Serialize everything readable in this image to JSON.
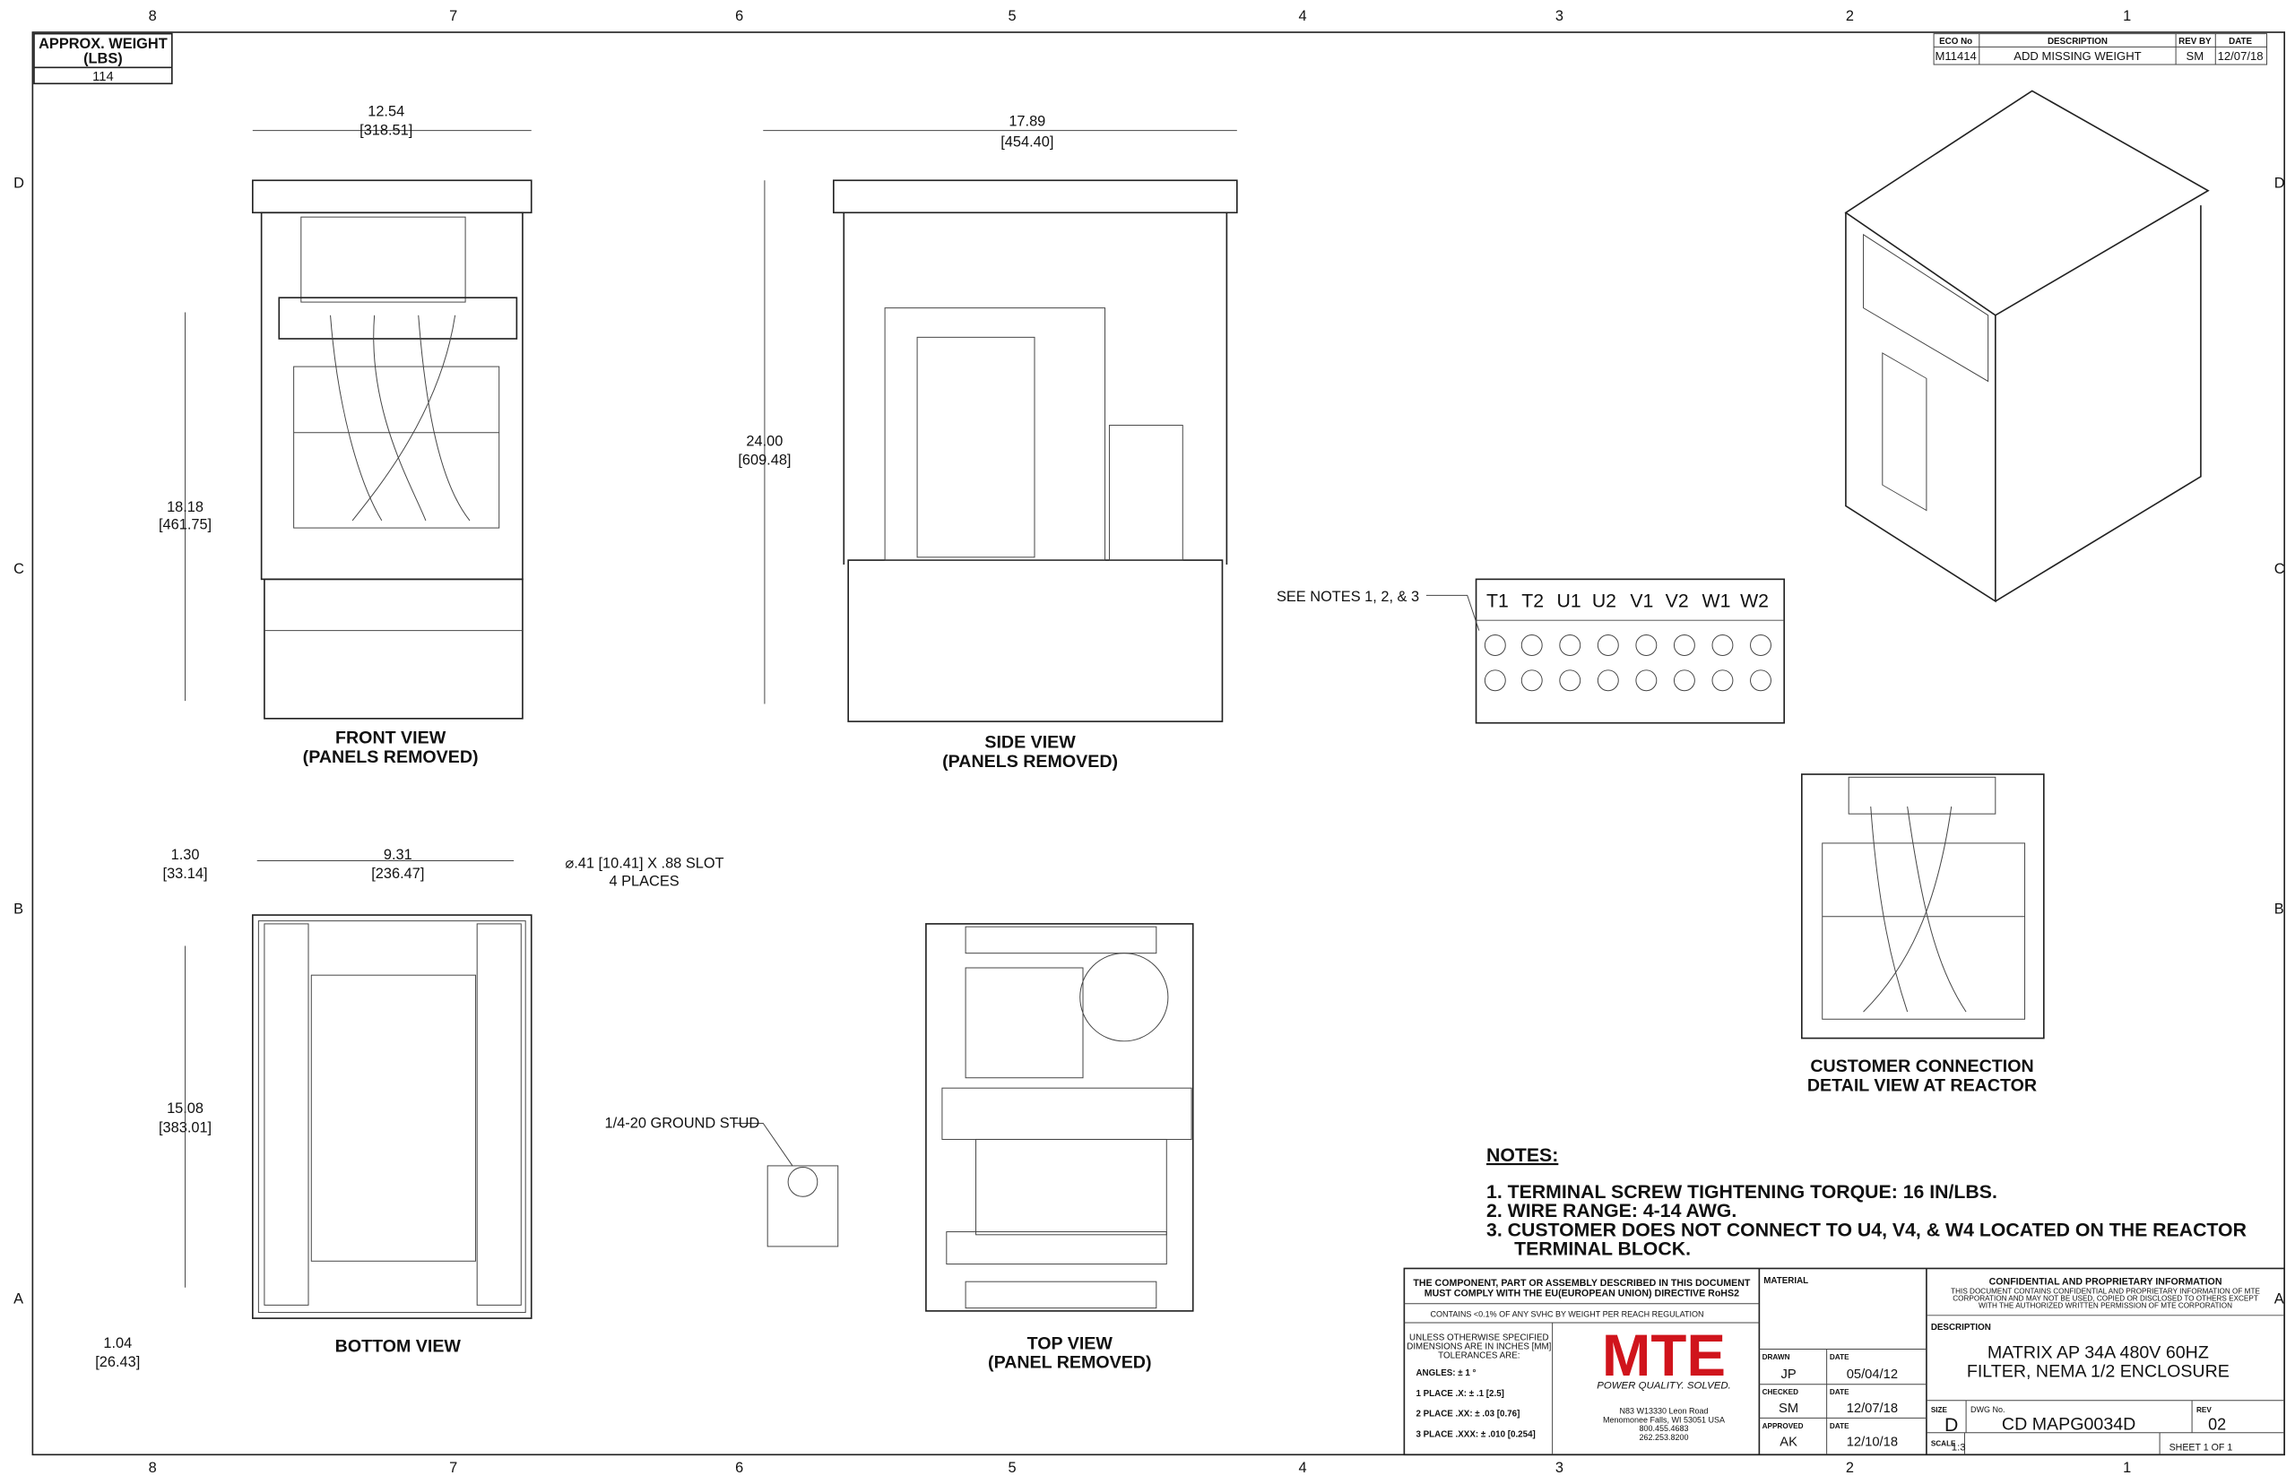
{
  "zones": {
    "columns": [
      "8",
      "7",
      "6",
      "5",
      "4",
      "3",
      "2",
      "1"
    ],
    "rows": [
      "D",
      "C",
      "B",
      "A"
    ]
  },
  "weight": {
    "label": "APPROX. WEIGHT (LBS)",
    "label1": "APPROX. WEIGHT",
    "label2": "(LBS)",
    "value": "114"
  },
  "revision": {
    "headers": [
      "ECO No",
      "DESCRIPTION",
      "REV BY",
      "DATE"
    ],
    "row": [
      "M11414",
      "ADD MISSING WEIGHT",
      "SM",
      "12/07/18"
    ]
  },
  "views": {
    "front": {
      "title1": "FRONT VIEW",
      "title2": "(PANELS REMOVED)",
      "width": "12.54",
      "width_mm": "[318.51]",
      "height": "18.18",
      "height_mm": "[461.75]"
    },
    "side": {
      "title1": "SIDE VIEW",
      "title2": "(PANELS REMOVED)",
      "width": "17.89",
      "width_mm": "[454.40]",
      "height": "24.00",
      "height_mm": "[609.48]"
    },
    "bottom": {
      "title": "BOTTOM VIEW",
      "d1": "1.30",
      "d1_mm": "[33.14]",
      "d2": "9.31",
      "d2_mm": "[236.47]",
      "d3": "15.08",
      "d3_mm": "[383.01]",
      "d4": "1.04",
      "d4_mm": "[26.43]",
      "slot1": "⌀.41 [10.41] X .88 SLOT",
      "slot2": "4 PLACES"
    },
    "top": {
      "title1": "TOP VIEW",
      "title2": "(PANEL REMOVED)",
      "ground": "1/4-20 GROUND STUD"
    },
    "detail": {
      "title1": "CUSTOMER CONNECTION",
      "title2": "DETAIL VIEW AT REACTOR",
      "callout": "SEE NOTES 1, 2, & 3",
      "terminals": [
        "T1",
        "T2",
        "U1",
        "U2",
        "V1",
        "V2",
        "W1",
        "W2"
      ]
    }
  },
  "notes": {
    "title": "NOTES:",
    "items": [
      "1.  TERMINAL SCREW TIGHTENING TORQUE: 16 IN/LBS.",
      "2.  WIRE RANGE: 4-14 AWG.",
      "3.  CUSTOMER DOES NOT CONNECT TO U4, V4, & W4 LOCATED ON THE REACTOR",
      "     TERMINAL BLOCK."
    ]
  },
  "title_block": {
    "rohs1": "THE COMPONENT, PART OR ASSEMBLY DESCRIBED IN THIS DOCUMENT",
    "rohs2": "MUST COMPLY WITH THE EU(EUROPEAN UNION) DIRECTIVE RoHS2",
    "reach": "CONTAINS <0.1% OF ANY SVHC BY WEIGHT PER REACH REGULATION",
    "tol1": "UNLESS OTHERWISE SPECIFIED",
    "tol2": "DIMENSIONS ARE IN INCHES [MM]",
    "tol3": "TOLERANCES ARE:",
    "angles": "ANGLES: ± 1 °",
    "place1": "1 PLACE .X: ± .1 [2.5]",
    "place2": "2 PLACE .XX: ± .03 [0.76]",
    "place3": "3 PLACE .XXX: ± .010 [0.254]",
    "logo": "MTE",
    "tagline": "POWER QUALITY. SOLVED.",
    "addr1": "N83 W13330 Leon Road",
    "addr2": "Menomonee Falls, WI 53051 USA",
    "addr3": "800.455.4683",
    "addr4": "262.253.8200",
    "material_label": "MATERIAL",
    "drawn_label": "DRAWN",
    "drawn": "JP",
    "drawn_date": "05/04/12",
    "checked_label": "CHECKED",
    "checked": "SM",
    "checked_date": "12/07/18",
    "approved_label": "APPROVED",
    "approved": "AK",
    "approved_date": "12/10/18",
    "date_label": "DATE",
    "conf_title": "CONFIDENTIAL AND PROPRIETARY INFORMATION",
    "conf1": "THIS DOCUMENT CONTAINS CONFIDENTIAL AND PROPRIETARY INFORMATION OF MTE",
    "conf2": "CORPORATION AND MAY NOT BE USED, COPIED OR DISCLOSED TO OTHERS EXCEPT",
    "conf3": "WITH THE AUTHORIZED WRITTEN PERMISSION OF MTE CORPORATION",
    "description_label": "DESCRIPTION",
    "desc1": "MATRIX AP 34A 480V 60HZ",
    "desc2": "FILTER, NEMA 1/2 ENCLOSURE",
    "size_label": "SIZE",
    "size": "D",
    "dwg_label": "DWG No.",
    "dwg": "CD MAPG0034D",
    "rev_label": "REV",
    "rev": "02",
    "scale_label": "SCALE",
    "scale": "1:3",
    "sheet": "SHEET 1  OF 1"
  },
  "colors": {
    "brand": "#d0141c",
    "line": "#222222"
  }
}
